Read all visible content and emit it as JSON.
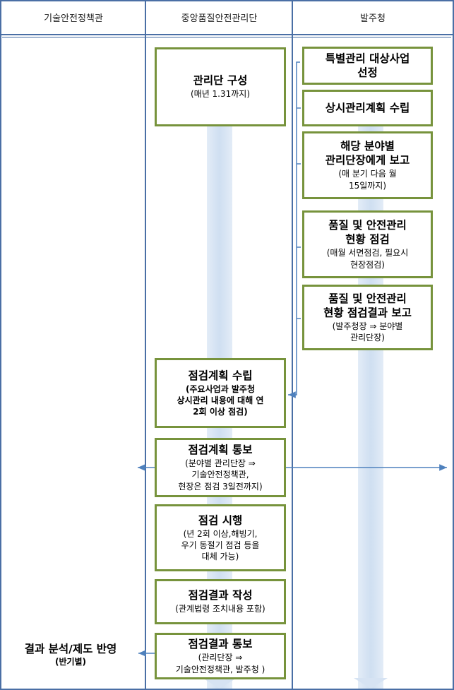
{
  "columns": [
    {
      "label": "기술안전정책관"
    },
    {
      "label": "중앙품질안전관리단"
    },
    {
      "label": "발주청"
    }
  ],
  "boxes": [
    {
      "title": "관리단 구성",
      "sub": "(매년 1.31까지)"
    },
    {
      "title": "특별관리 대상사업\n선정",
      "sub": ""
    },
    {
      "title": "상시관리계획 수립",
      "sub": ""
    },
    {
      "title": "해당 분야별\n관리단장에게 보고",
      "sub": "(매 분기 다음 월\n15일까지)"
    },
    {
      "title": "품질 및 안전관리\n현황 점검",
      "sub": "(매월 서면점검, 필요시\n현장점검)"
    },
    {
      "title": "품질 및 안전관리\n현황 점검결과 보고",
      "sub": "(발주청장 ⇒ 분야별\n관리단장)"
    },
    {
      "title": "점검계획 수립",
      "sub": "(주요사업과 발주청\n상시관리 내용에 대해 연\n2회 이상 점검)"
    },
    {
      "title": "점검계획 통보",
      "sub": "(분야별 관리단장 ⇒\n기술안전정책관,\n현장은 점검 3일전까지)"
    },
    {
      "title": "점검 시행",
      "sub": "(년 2회 이상,해빙기,\n우기 동절기 점검 등을\n대체 가능)"
    },
    {
      "title": "점검결과 작성",
      "sub": "(관계법령 조치내용 포함)"
    },
    {
      "title": "점검결과 통보",
      "sub": "(관리단장 ⇒\n기술안전정책관, 발주청 )"
    }
  ],
  "result": {
    "title": "결과 분석/제도 반영",
    "sub": "(반기별)"
  }
}
